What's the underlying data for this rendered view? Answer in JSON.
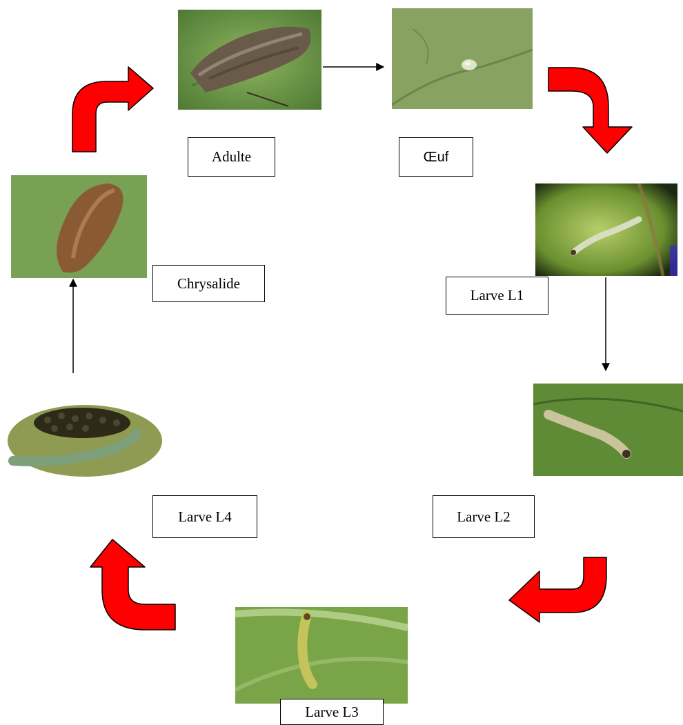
{
  "stages": {
    "adult": "Adulte",
    "egg": "Œuf",
    "larva_l1": "Larve L1",
    "larva_l2": "Larve L2",
    "larva_l3": "Larve L3",
    "larva_l4": "Larve L4",
    "pupa": "Chrysalide"
  },
  "colors": {
    "cycle_arrow_fill": "#ff0000",
    "cycle_arrow_stroke": "#000000",
    "leaf_green": "#6f9a4e",
    "pupa_brown": "#8a5a35"
  },
  "icons": {
    "adult": "moth-photo",
    "egg": "egg-on-leaf-photo",
    "larva_l1": "larva-photo",
    "larva_l2": "larva-photo",
    "larva_l3": "larva-photo",
    "larva_l4": "larva-with-frass-photo",
    "pupa": "chrysalis-photo"
  }
}
